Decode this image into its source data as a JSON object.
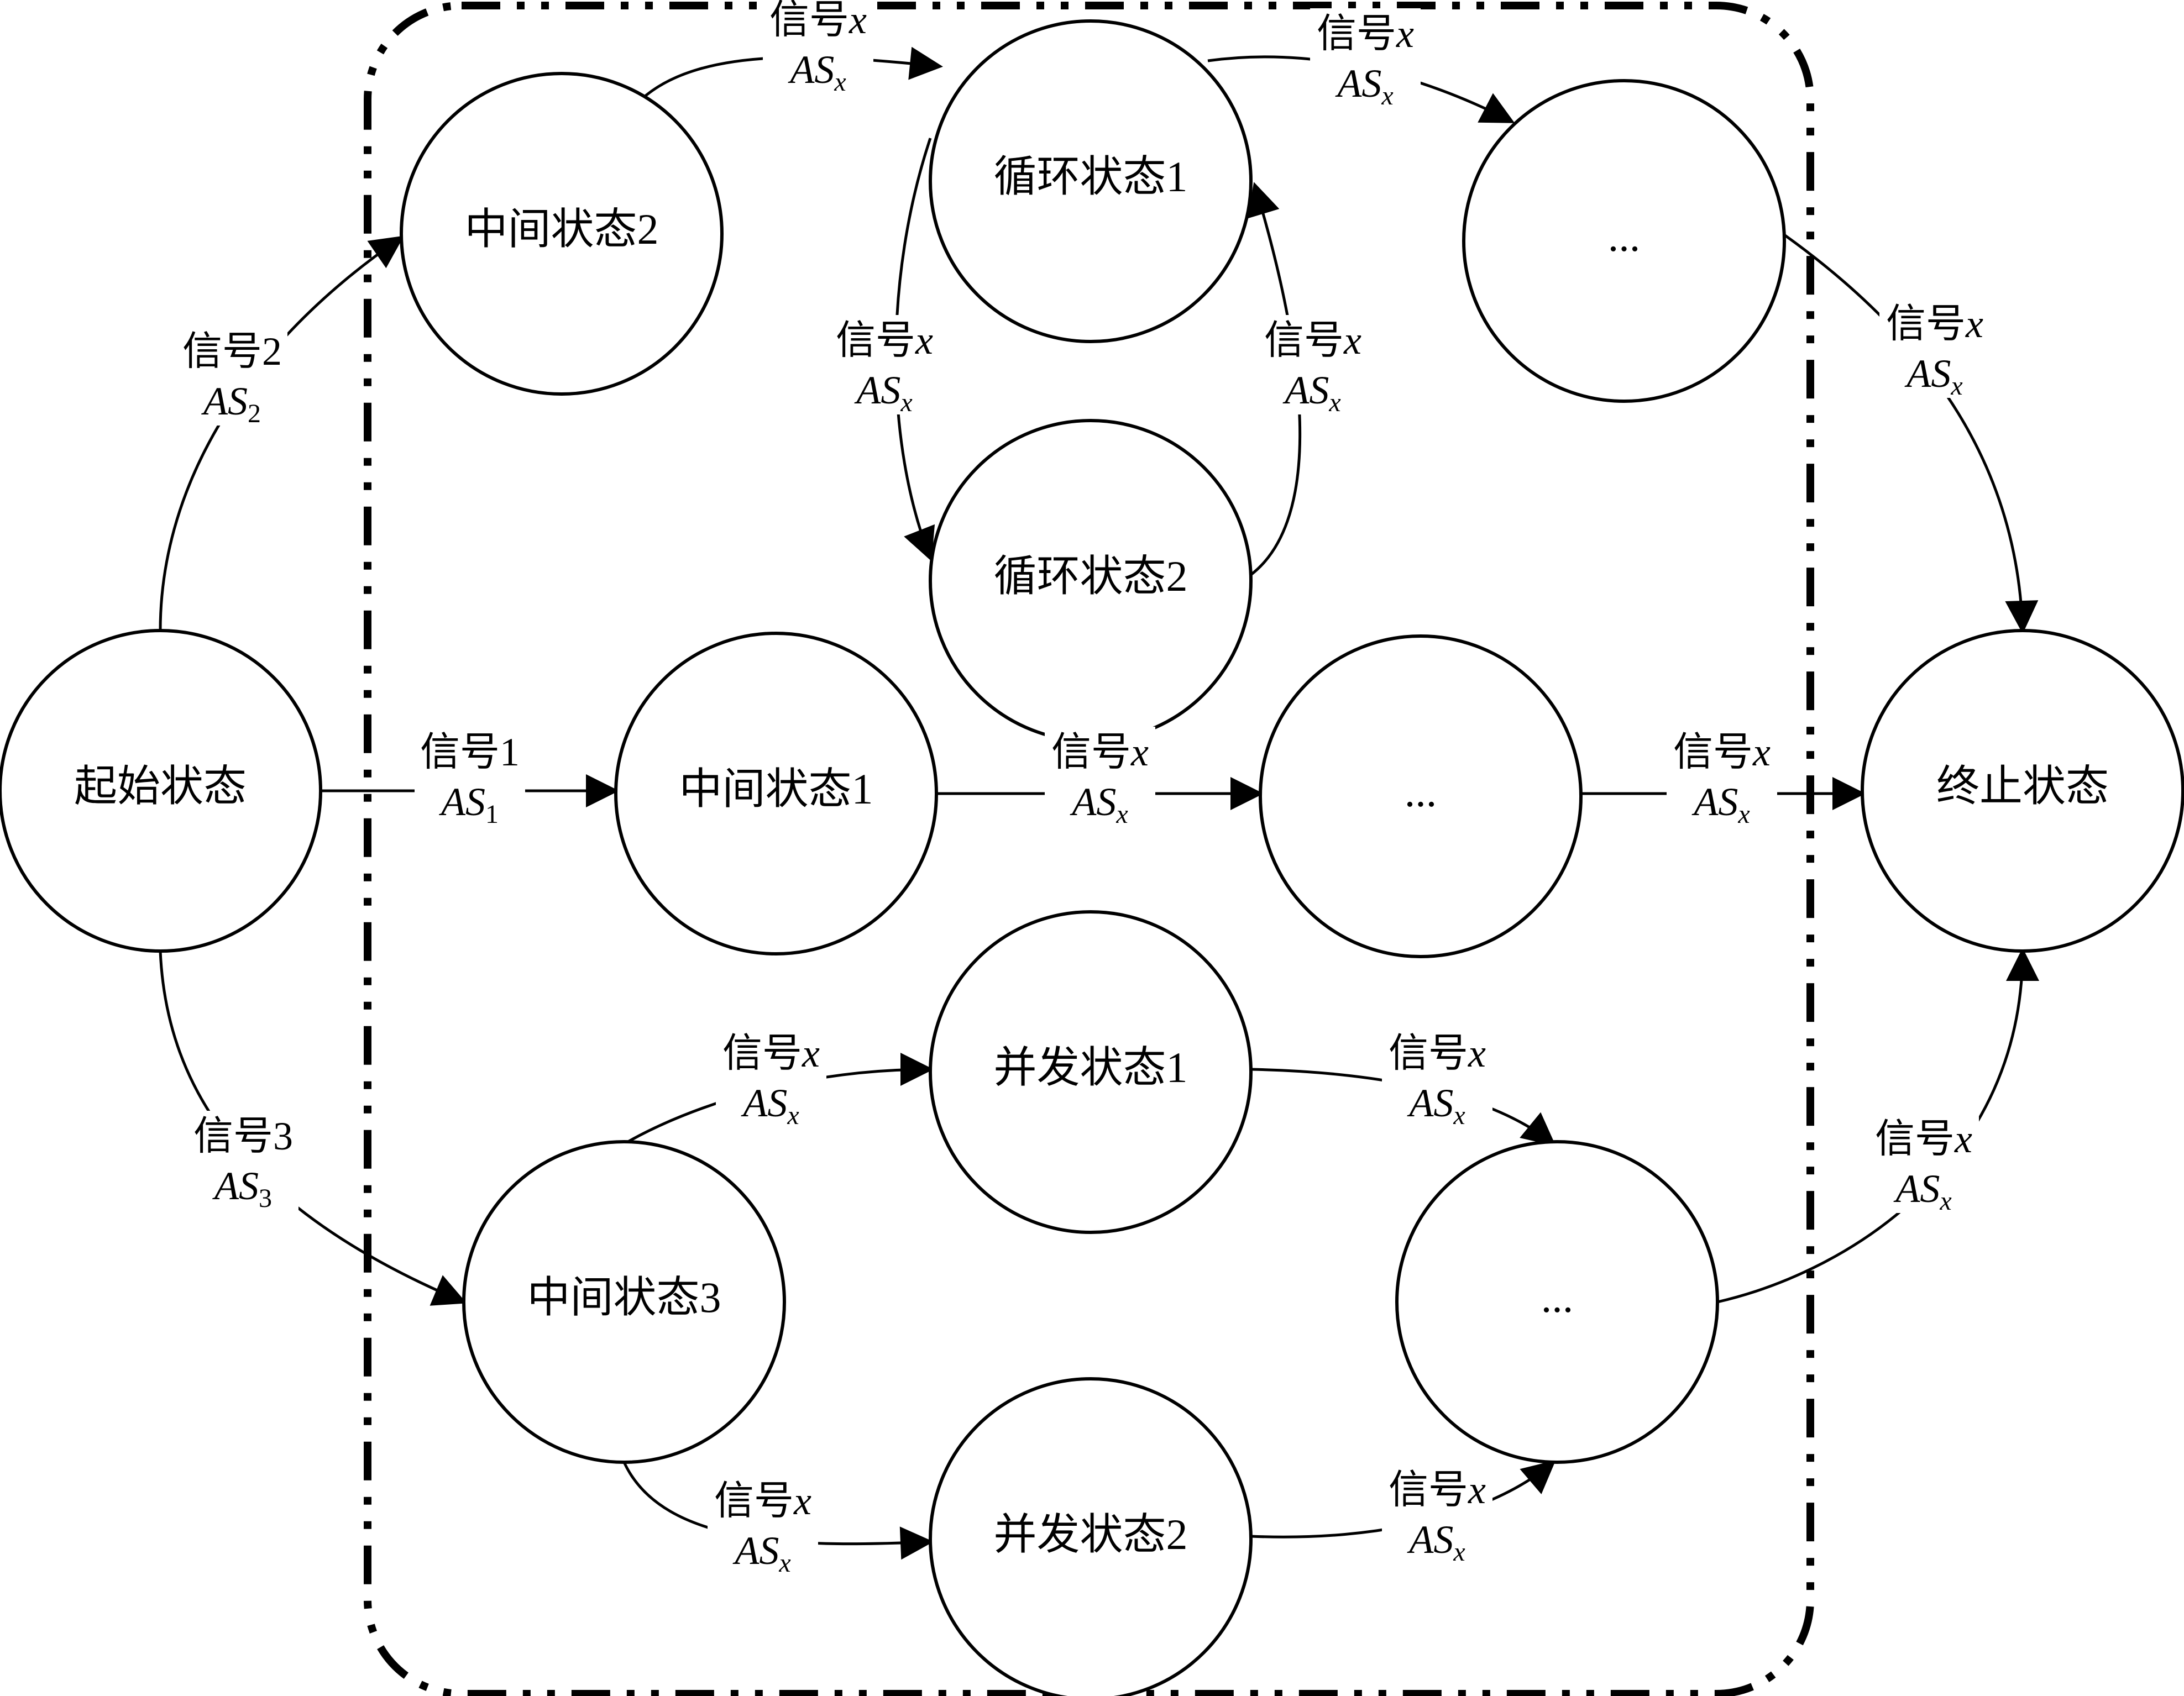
{
  "diagram": {
    "type": "state-transition",
    "colors": {
      "stroke": "#000000",
      "background": "#ffffff"
    },
    "nodes": [
      {
        "id": "start",
        "label": "起始状态"
      },
      {
        "id": "mid2",
        "label": "中间状态2"
      },
      {
        "id": "loop1",
        "label": "循环状态1"
      },
      {
        "id": "loop2",
        "label": "循环状态2"
      },
      {
        "id": "top_more",
        "label": "..."
      },
      {
        "id": "mid1",
        "label": "中间状态1"
      },
      {
        "id": "mid_more",
        "label": "..."
      },
      {
        "id": "end",
        "label": "终止状态"
      },
      {
        "id": "conc1",
        "label": "并发状态1"
      },
      {
        "id": "mid3",
        "label": "中间状态3"
      },
      {
        "id": "bot_more",
        "label": "..."
      },
      {
        "id": "conc2",
        "label": "并发状态2"
      }
    ],
    "edges": [
      {
        "from": "start",
        "to": "mid2",
        "signal": "信号",
        "signal_var": "2",
        "action": "AS",
        "action_sub": "2"
      },
      {
        "from": "start",
        "to": "mid1",
        "signal": "信号",
        "signal_var": "1",
        "action": "AS",
        "action_sub": "1"
      },
      {
        "from": "start",
        "to": "mid3",
        "signal": "信号",
        "signal_var": "3",
        "action": "AS",
        "action_sub": "3"
      },
      {
        "from": "mid2",
        "to": "loop1",
        "signal": "信号",
        "signal_var": "x",
        "action": "AS",
        "action_sub": "x"
      },
      {
        "from": "loop1",
        "to": "top_more",
        "signal": "信号",
        "signal_var": "x",
        "action": "AS",
        "action_sub": "x"
      },
      {
        "from": "loop1",
        "to": "loop2",
        "signal": "信号",
        "signal_var": "x",
        "action": "AS",
        "action_sub": "x"
      },
      {
        "from": "loop2",
        "to": "loop1",
        "signal": "信号",
        "signal_var": "x",
        "action": "AS",
        "action_sub": "x"
      },
      {
        "from": "top_more",
        "to": "end",
        "signal": "信号",
        "signal_var": "x",
        "action": "AS",
        "action_sub": "x"
      },
      {
        "from": "mid1",
        "to": "mid_more",
        "signal": "信号",
        "signal_var": "x",
        "action": "AS",
        "action_sub": "x"
      },
      {
        "from": "mid_more",
        "to": "end",
        "signal": "信号",
        "signal_var": "x",
        "action": "AS",
        "action_sub": "x"
      },
      {
        "from": "mid3",
        "to": "conc1",
        "signal": "信号",
        "signal_var": "x",
        "action": "AS",
        "action_sub": "x"
      },
      {
        "from": "mid3",
        "to": "conc2",
        "signal": "信号",
        "signal_var": "x",
        "action": "AS",
        "action_sub": "x"
      },
      {
        "from": "conc1",
        "to": "bot_more",
        "signal": "信号",
        "signal_var": "x",
        "action": "AS",
        "action_sub": "x"
      },
      {
        "from": "conc2",
        "to": "bot_more",
        "signal": "信号",
        "signal_var": "x",
        "action": "AS",
        "action_sub": "x"
      },
      {
        "from": "bot_more",
        "to": "end",
        "signal": "信号",
        "signal_var": "x",
        "action": "AS",
        "action_sub": "x"
      }
    ]
  }
}
